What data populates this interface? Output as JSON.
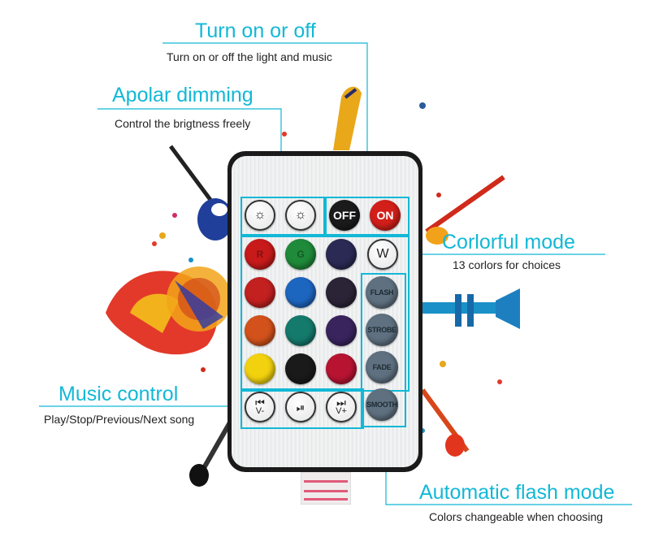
{
  "annotations": {
    "power": {
      "title": "Turn on or off",
      "desc": "Turn on or off the light and music"
    },
    "dimming": {
      "title": "Apolar dimming",
      "desc": "Control the brigtness freely"
    },
    "colorful": {
      "title": "Corlorful mode",
      "desc": "13 corlors for choices"
    },
    "music": {
      "title": "Music control",
      "desc": "Play/Stop/Previous/Next song"
    },
    "flash": {
      "title": "Automatic flash mode",
      "desc": "Colors changeable when choosing"
    }
  },
  "remote": {
    "dim_buttons": [
      {
        "icon": "brightness-down-icon",
        "glyph": "☼"
      },
      {
        "icon": "brightness-up-icon",
        "glyph": "☼"
      }
    ],
    "power_buttons": [
      {
        "label": "OFF",
        "color": "#1b1b1b"
      },
      {
        "label": "ON",
        "color": "#d21f1a"
      }
    ],
    "color_grid": [
      [
        {
          "label": "R",
          "color": "#c81a1a"
        },
        {
          "label": "G",
          "color": "#1f8a3a"
        },
        {
          "label": "",
          "color": "#2a2a55"
        },
        {
          "label": "W",
          "color": "#ffffff"
        }
      ],
      [
        {
          "label": "",
          "color": "#c32020"
        },
        {
          "label": "",
          "color": "#1d66c0"
        },
        {
          "label": "",
          "color": "#2b2436"
        }
      ],
      [
        {
          "label": "",
          "color": "#d3521b"
        },
        {
          "label": "",
          "color": "#147a6c"
        },
        {
          "label": "",
          "color": "#3a245e"
        }
      ],
      [
        {
          "label": "",
          "color": "#f2d20e"
        },
        {
          "label": "",
          "color": "#1a1a1a"
        },
        {
          "label": "",
          "color": "#b81432"
        }
      ]
    ],
    "mode_buttons": [
      "FLASH",
      "STROBE",
      "FADE",
      "SMOOTH"
    ],
    "music_buttons": [
      {
        "name": "previous-button",
        "icon": "previous-icon",
        "glyph": "⏮",
        "sub": "V-"
      },
      {
        "name": "play-pause-button",
        "icon": "play-pause-icon",
        "glyph": "⏯",
        "sub": ""
      },
      {
        "name": "next-button",
        "icon": "next-icon",
        "glyph": "⏭",
        "sub": "V+"
      }
    ]
  },
  "colors": {
    "accent": "#12b8d6",
    "remote_body": "#1a1a1a"
  }
}
